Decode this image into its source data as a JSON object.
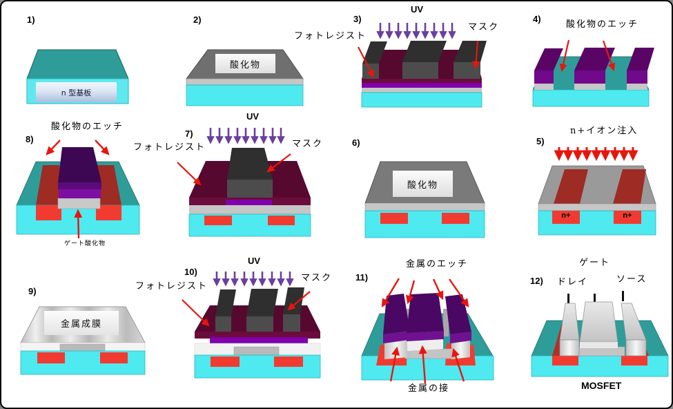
{
  "diagram": {
    "description_domain": "MOSFET fabrication process steps",
    "panels": {
      "p1": {
        "num": "1)",
        "substrate": "n 型基板"
      },
      "p2": {
        "num": "2)",
        "oxide": "酸化物"
      },
      "p3": {
        "num": "3)",
        "uv": "UV",
        "photoresist": "フォトレジスト",
        "mask": "マスク"
      },
      "p4": {
        "num": "4)",
        "etch": "酸化物のエッチ"
      },
      "p5": {
        "num": "5)",
        "implant": "n+イオン注入",
        "n_left": "n+",
        "n_right": "n+"
      },
      "p6": {
        "num": "6)",
        "oxide": "酸化物"
      },
      "p7": {
        "num": "7)",
        "uv": "UV",
        "photoresist": "フォトレジスト",
        "mask": "マスク"
      },
      "p8": {
        "num": "8)",
        "etch": "酸化物のエッチ",
        "gate_oxide": "ゲート酸化物"
      },
      "p9": {
        "num": "9)",
        "metal": "金属成膜"
      },
      "p10": {
        "num": "10)",
        "uv": "UV",
        "photoresist": "フォトレジスト",
        "mask": "マスク"
      },
      "p11": {
        "num": "11)",
        "etch": "金属のエッチ",
        "contact": "金属の接"
      },
      "p12": {
        "num": "12)",
        "gate": "ゲート",
        "drain": "ドレイ",
        "source": "ソース",
        "device": "MOSFET"
      }
    },
    "colors": {
      "substrate_top_teal": "#2E9D99",
      "substrate_front_cyan": "#4FE9F0",
      "oxide_gray": "#717171",
      "oxide_strip_gray": "#C6C6C6",
      "photoresist_maroon": "#57082F",
      "resist_layer_purple": "#8000AC",
      "mask_dark_gray": "#3B3B3B",
      "metal_silver": "#CDCDCD",
      "n_region_red": "#F23B30",
      "n_region_dark_red": "#9E2B24",
      "arrow_red": "#E8150D",
      "arrow_purple": "#6A3FA0"
    }
  }
}
